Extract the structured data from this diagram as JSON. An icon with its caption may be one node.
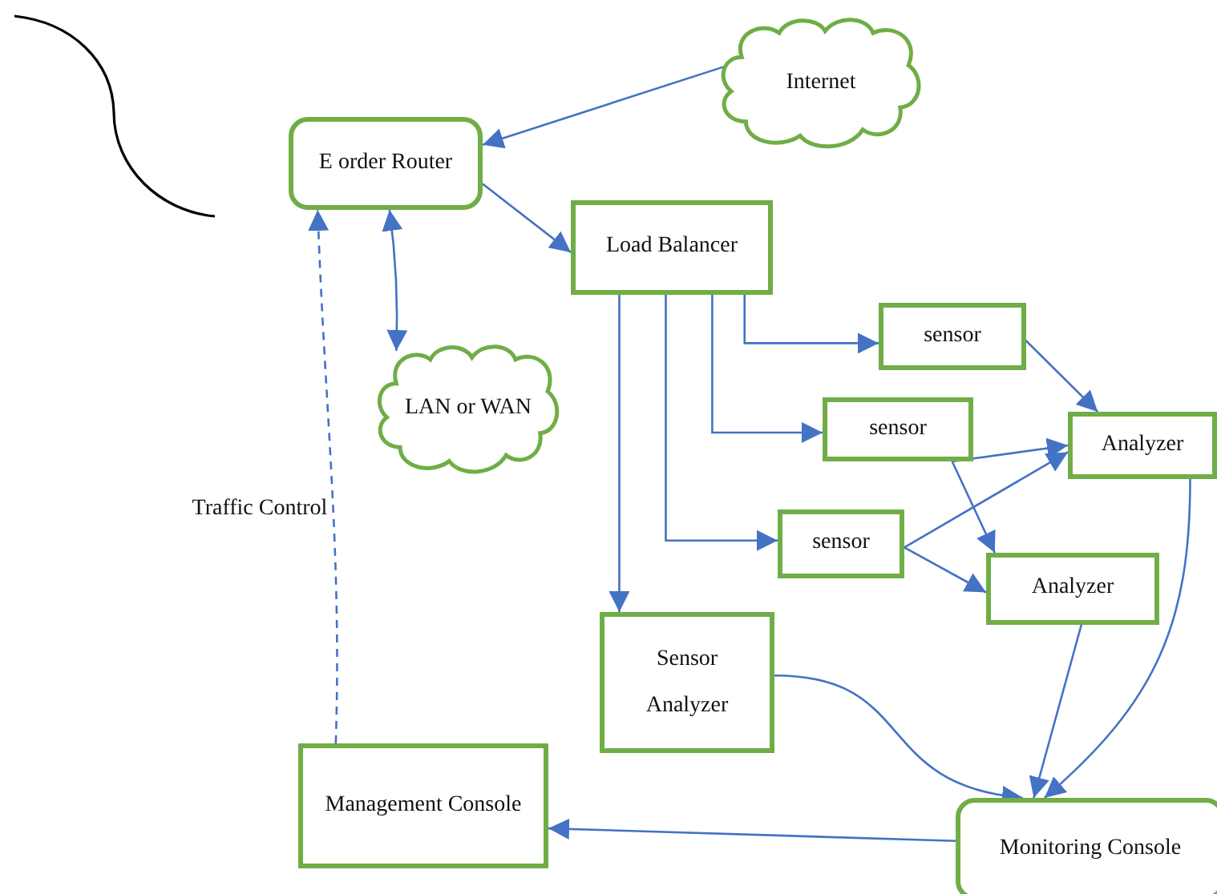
{
  "diagram": {
    "nodes": [
      {
        "text": [
          "Internet"
        ]
      },
      {
        "text": [
          "E order Router"
        ]
      },
      {
        "text": [
          "Load Balancer"
        ]
      },
      {
        "text": [
          "LAN or WAN"
        ]
      },
      {
        "text": [
          "sensor"
        ]
      },
      {
        "text": [
          "sensor"
        ]
      },
      {
        "text": [
          "sensor"
        ]
      },
      {
        "text": [
          "Analyzer"
        ]
      },
      {
        "text": [
          "Analyzer"
        ]
      },
      {
        "text": [
          "Sensor Analyzer"
        ]
      },
      {
        "text": [
          "Management Console"
        ]
      },
      {
        "text": [
          "Monitoring Console"
        ]
      }
    ],
    "edges": [
      {
        "from": 0,
        "to": 1,
        "arrow": "to"
      },
      {
        "from": 1,
        "to": 2,
        "arrow": "to"
      },
      {
        "from": 1,
        "to": 3,
        "arrow": "both"
      },
      {
        "from": 2,
        "to": 4,
        "arrow": "to"
      },
      {
        "from": 2,
        "to": 5,
        "arrow": "to"
      },
      {
        "from": 2,
        "to": 6,
        "arrow": "to"
      },
      {
        "from": 2,
        "to": 9,
        "arrow": "to"
      },
      {
        "from": 4,
        "to": 7,
        "arrow": "to"
      },
      {
        "from": 5,
        "to": 7,
        "arrow": "to"
      },
      {
        "from": 5,
        "to": 8,
        "arrow": "to"
      },
      {
        "from": 6,
        "to": 7,
        "arrow": "to"
      },
      {
        "from": 6,
        "to": 8,
        "arrow": "to"
      },
      {
        "from": 9,
        "to": 11,
        "arrow": "to"
      },
      {
        "from": 7,
        "to": 11,
        "arrow": "to"
      },
      {
        "from": 8,
        "to": 11,
        "arrow": "to"
      },
      {
        "from": 11,
        "to": 10,
        "arrow": "to"
      },
      {
        "from": 10,
        "to": 1,
        "arrow": "to",
        "label": "Traffic Control",
        "style": "dashed"
      }
    ]
  }
}
